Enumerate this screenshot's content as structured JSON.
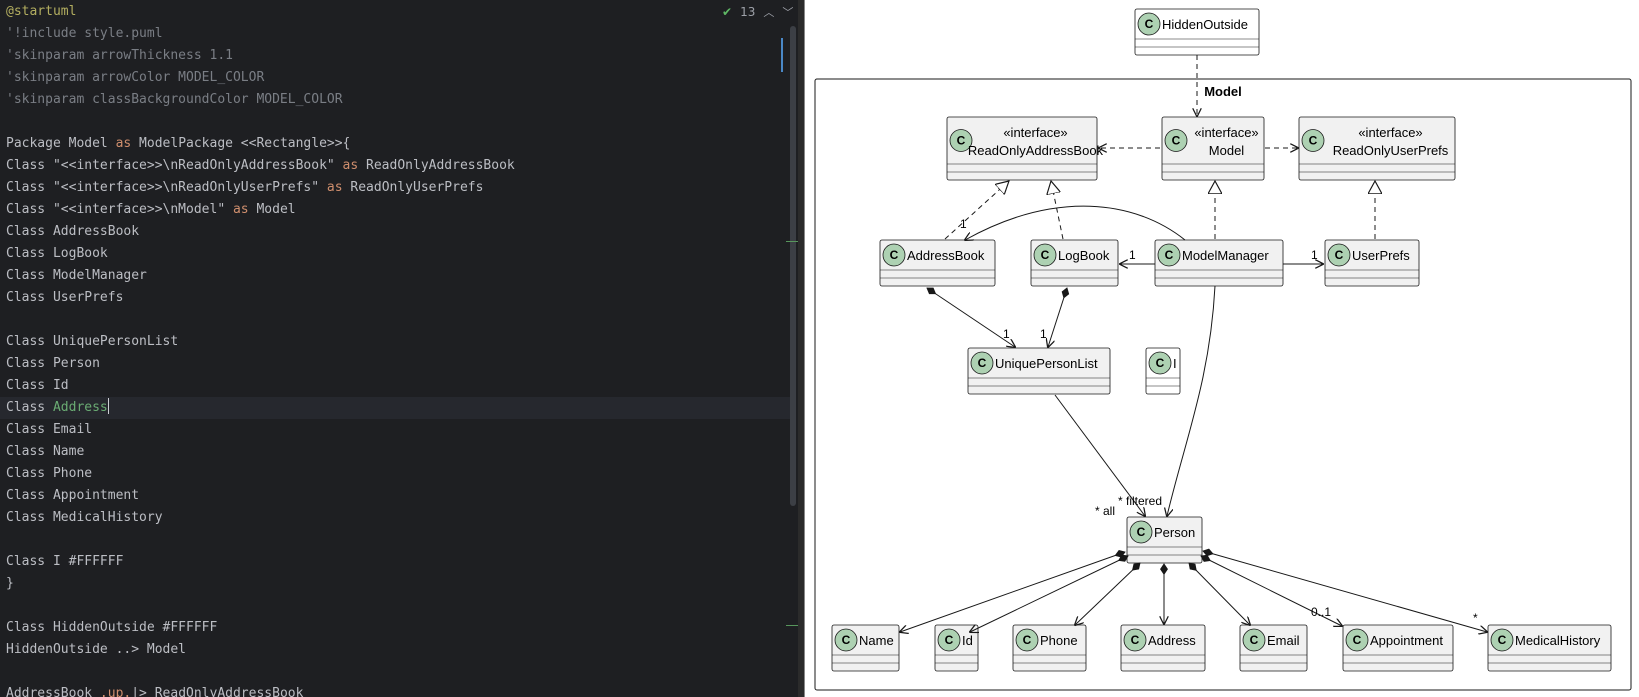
{
  "editor": {
    "lines": [
      {
        "parts": [
          {
            "t": "@startuml",
            "c": "start"
          }
        ]
      },
      {
        "parts": [
          {
            "t": "'!include style.puml",
            "c": "comment"
          }
        ]
      },
      {
        "parts": [
          {
            "t": "'skinparam arrowThickness 1.1",
            "c": "comment"
          }
        ]
      },
      {
        "parts": [
          {
            "t": "'skinparam arrowColor MODEL_COLOR",
            "c": "comment"
          }
        ]
      },
      {
        "parts": [
          {
            "t": "'skinparam classBackgroundColor MODEL_COLOR",
            "c": "comment"
          }
        ]
      },
      {
        "parts": []
      },
      {
        "parts": [
          {
            "t": "Package Model ",
            "c": "ident"
          },
          {
            "t": "as",
            "c": "keyword"
          },
          {
            "t": " ModelPackage <<Rectangle>>{",
            "c": "ident"
          }
        ]
      },
      {
        "parts": [
          {
            "t": "Class \"<<interface>>\\nReadOnlyAddressBook\" ",
            "c": "ident"
          },
          {
            "t": "as",
            "c": "keyword"
          },
          {
            "t": " ReadOnlyAddressBook",
            "c": "ident"
          }
        ]
      },
      {
        "parts": [
          {
            "t": "Class \"<<interface>>\\nReadOnlyUserPrefs\" ",
            "c": "ident"
          },
          {
            "t": "as",
            "c": "keyword"
          },
          {
            "t": " ReadOnlyUserPrefs",
            "c": "ident"
          }
        ]
      },
      {
        "parts": [
          {
            "t": "Class \"<<interface>>\\nModel\" ",
            "c": "ident"
          },
          {
            "t": "as",
            "c": "keyword"
          },
          {
            "t": " Model",
            "c": "ident"
          }
        ]
      },
      {
        "parts": [
          {
            "t": "Class AddressBook",
            "c": "ident"
          }
        ]
      },
      {
        "parts": [
          {
            "t": "Class LogBook",
            "c": "ident"
          }
        ]
      },
      {
        "parts": [
          {
            "t": "Class ModelManager",
            "c": "ident"
          }
        ]
      },
      {
        "parts": [
          {
            "t": "Class UserPrefs",
            "c": "ident"
          }
        ]
      },
      {
        "parts": []
      },
      {
        "parts": [
          {
            "t": "Class UniquePersonList",
            "c": "ident"
          }
        ]
      },
      {
        "parts": [
          {
            "t": "Class Person",
            "c": "ident"
          }
        ]
      },
      {
        "parts": [
          {
            "t": "Class Id",
            "c": "ident"
          }
        ]
      },
      {
        "parts": [
          {
            "t": "Class ",
            "c": "ident"
          },
          {
            "t": "Address",
            "c": "hl"
          }
        ],
        "current": true,
        "caret": true
      },
      {
        "parts": [
          {
            "t": "Class Email",
            "c": "ident"
          }
        ]
      },
      {
        "parts": [
          {
            "t": "Class Name",
            "c": "ident"
          }
        ]
      },
      {
        "parts": [
          {
            "t": "Class Phone",
            "c": "ident"
          }
        ]
      },
      {
        "parts": [
          {
            "t": "Class Appointment",
            "c": "ident"
          }
        ]
      },
      {
        "parts": [
          {
            "t": "Class MedicalHistory",
            "c": "ident"
          }
        ]
      },
      {
        "parts": []
      },
      {
        "parts": [
          {
            "t": "Class I #FFFFFF",
            "c": "ident"
          }
        ]
      },
      {
        "parts": [
          {
            "t": "}",
            "c": "ident"
          }
        ]
      },
      {
        "parts": []
      },
      {
        "parts": [
          {
            "t": "Class HiddenOutside #FFFFFF",
            "c": "ident"
          }
        ]
      },
      {
        "parts": [
          {
            "t": "HiddenOutside ..> Model",
            "c": "ident"
          }
        ]
      },
      {
        "parts": []
      },
      {
        "parts": [
          {
            "t": "AddressBook ",
            "c": "ident"
          },
          {
            "t": ".up.",
            "c": "keyword"
          },
          {
            "t": "|> ReadOnlyAddressBook",
            "c": "ident"
          }
        ]
      }
    ],
    "inspection_count": "13"
  },
  "diagram": {
    "package_label": "Model",
    "circle_letter": "C",
    "stereotype": "«interface»",
    "classes": {
      "hidden_outside": "HiddenOutside",
      "read_only_address_book": "ReadOnlyAddressBook",
      "model": "Model",
      "read_only_user_prefs": "ReadOnlyUserPrefs",
      "address_book": "AddressBook",
      "log_book": "LogBook",
      "model_manager": "ModelManager",
      "user_prefs": "UserPrefs",
      "unique_person_list": "UniquePersonList",
      "i": "I",
      "person": "Person",
      "name": "Name",
      "id": "Id",
      "phone": "Phone",
      "address": "Address",
      "email": "Email",
      "appointment": "Appointment",
      "medical_history": "MedicalHistory"
    },
    "multiplicities": {
      "ab_rab": "1",
      "logbook_mm": "1",
      "mm_userprefs": "1",
      "ab_upl": "1",
      "lb_upl": "1",
      "all": "* all",
      "filtered": "* filtered",
      "appointment": "0..1",
      "medical_history": "*"
    }
  }
}
